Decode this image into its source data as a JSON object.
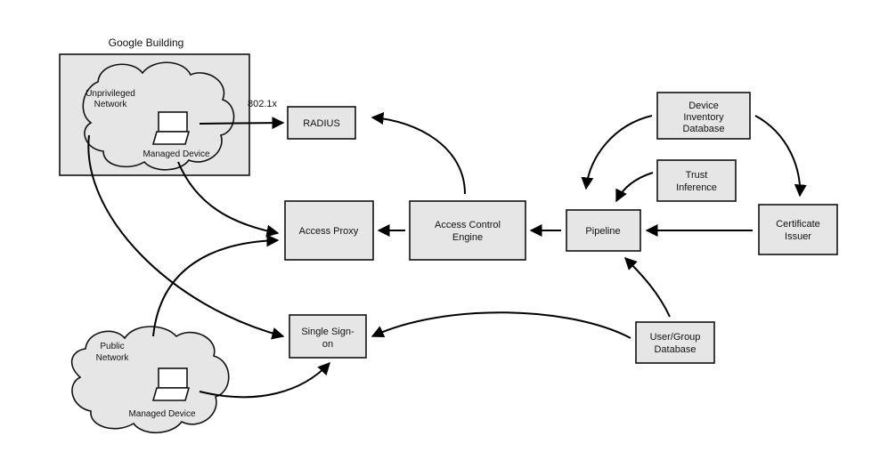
{
  "title": "Google Building",
  "clouds": {
    "unprivileged_network": [
      "Unprivileged",
      "Network"
    ],
    "public_network": [
      "Public",
      "Network"
    ]
  },
  "devices": {
    "internal": "Managed Device",
    "public": "Managed Device"
  },
  "edge_labels": {
    "dot1x": "802.1x"
  },
  "nodes": {
    "radius": [
      "RADIUS"
    ],
    "access_proxy": [
      "Access Proxy"
    ],
    "access_control_engine": [
      "Access Control",
      "Engine"
    ],
    "pipeline": [
      "Pipeline"
    ],
    "device_inventory_database": [
      "Device",
      "Inventory",
      "Database"
    ],
    "trust_inference": [
      "Trust",
      "Inference"
    ],
    "certificate_issuer": [
      "Certificate",
      "Issuer"
    ],
    "single_sign_on": [
      "Single Sign-",
      "on"
    ],
    "user_group_database": [
      "User/Group",
      "Database"
    ]
  },
  "colors": {
    "box_fill": "#e6e6e6",
    "building_fill": "#e6e6e6",
    "stroke": "#111111"
  }
}
